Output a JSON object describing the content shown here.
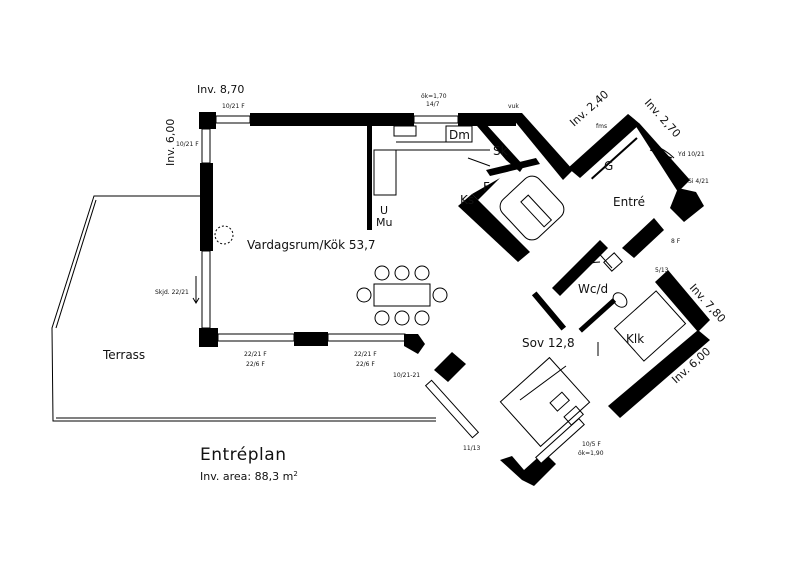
{
  "plan": {
    "title": "Entréplan",
    "area_text": "Inv. area: 88,3 m",
    "area_unit_sup": "2"
  },
  "rooms": {
    "living": "Vardagsrum/Kök 53,7",
    "terrace": "Terrass",
    "entry": "Entré",
    "bedroom": "Sov 12,8",
    "wc": "Wc/d",
    "closet": "Klk",
    "sk": "Sk",
    "dm": "Dm",
    "f": "F",
    "ks": "Ks",
    "g": "G",
    "u": "U",
    "mu": "Mu"
  },
  "dimensions": {
    "inv_870": "Inv. 8,70",
    "inv_600_left": "Inv. 6,00",
    "inv_240": "Inv. 2,40",
    "inv_270": "Inv. 2,70",
    "inv_780": "Inv. 7,80",
    "inv_600_right": "Inv. 6,00"
  },
  "small_labels": {
    "w_1021f_top": "10/21 F",
    "ok_170": "ök=1,70",
    "w_147": "14/7",
    "vuk": "vuk",
    "fms": "fms",
    "w_1021f_left": "10/21 F",
    "skjd": "Skjd. 22/21",
    "yd": "Yd 10/21",
    "si": "Si 4/21",
    "f8": "8 F",
    "w_513": "5/13",
    "w_2221f_a": "22/21 F",
    "w_226f_a": "22/6 F",
    "w_2221f_b": "22/21 F",
    "w_226f_b": "22/6 F",
    "w_1021_21": "10/21-21",
    "w_1113": "11/13",
    "w_105f": "10/5 F",
    "ok_190": "ök=1,90"
  }
}
